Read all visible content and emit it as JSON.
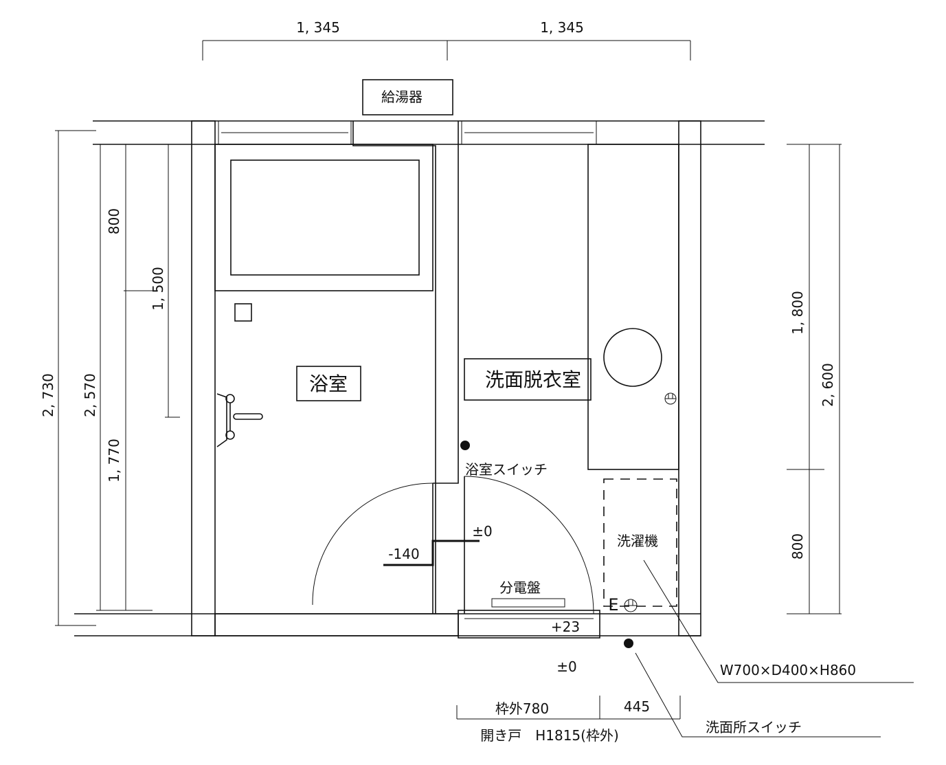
{
  "dimensions": {
    "top_left": "1, 345",
    "top_right": "1, 345",
    "left_total": "2, 730",
    "left_inner": "2, 570",
    "left_upper": "800",
    "left_lower": "1, 770",
    "left_window": "1, 500",
    "right_upper": "1, 800",
    "right_lower": "800",
    "right_total": "2, 600",
    "bottom_door": "枠外780",
    "bottom_side": "445"
  },
  "labels": {
    "water_heater": "給湯器",
    "bathroom": "浴室",
    "washroom": "洗面脱衣室",
    "bath_switch": "浴室スイッチ",
    "level_zero_inner": "±0",
    "level_bath": "-140",
    "distribution_board": "分電盤",
    "washing_machine": "洗濯機",
    "earth_outlet": "E",
    "threshold": "+23",
    "level_zero_outer": "±0",
    "washer_size": "W700×D400×H860",
    "washroom_switch": "洗面所スイッチ",
    "door_note": "開き戸　H1815(枠外)"
  }
}
